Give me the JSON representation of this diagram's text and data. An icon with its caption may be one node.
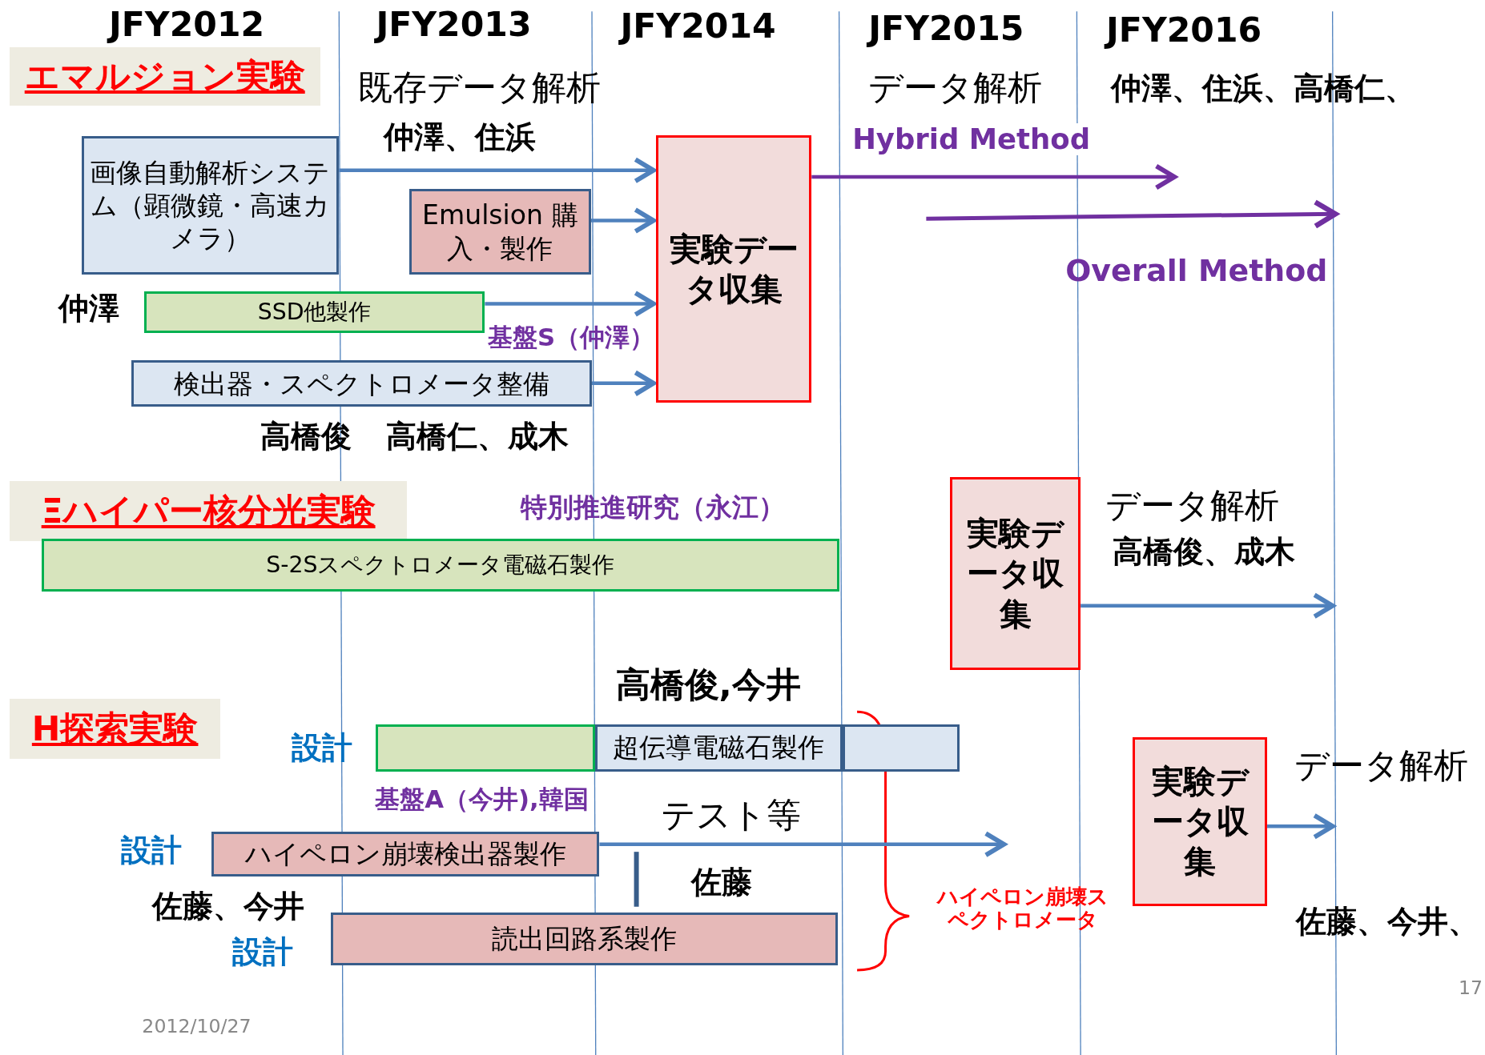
{
  "diagram": {
    "nodes": [
      {
        "text": [
          "エマルジョン実験"
        ]
      },
      {
        "text": [
          "画像自動解析システム（顕微鏡・高速カメラ）"
        ]
      },
      {
        "text": [
          "Emulsion 購入・製作"
        ]
      },
      {
        "text": [
          "SSD他製作"
        ]
      },
      {
        "text": [
          "検出器・スペクトロメータ整備"
        ]
      },
      {
        "text": [
          "実験データ収集"
        ]
      },
      {
        "text": [
          "Ξハイパー核分光実験"
        ]
      },
      {
        "text": [
          "S-2Sスペクトロメータ電磁石製作"
        ]
      },
      {
        "text": [
          "実験データ収集"
        ]
      },
      {
        "text": [
          "H探索実験"
        ]
      },
      {
        "text": [],
        "shape": "box"
      },
      {
        "text": [
          "超伝導電磁石製作"
        ]
      },
      {
        "text": [],
        "shape": "box"
      },
      {
        "text": [
          "ハイペロン崩壊検出器製作"
        ]
      },
      {
        "text": [
          "読出回路系製作"
        ]
      },
      {
        "text": [
          "実験データ収集"
        ]
      }
    ],
    "edges": [
      {
        "from": 1,
        "to": 5,
        "arrow": "to"
      },
      {
        "from": 2,
        "to": 5,
        "arrow": "to"
      },
      {
        "from": 3,
        "to": 5,
        "arrow": "to"
      },
      {
        "from": 4,
        "to": 5,
        "arrow": "to"
      },
      {
        "from": 5,
        "to": null,
        "arrow": "to",
        "label": "Hybrid Method",
        "color": "#7030a0"
      },
      {
        "from": 8,
        "to": null,
        "arrow": "to"
      },
      {
        "from": 13,
        "to": null,
        "arrow": "to"
      },
      {
        "from": 15,
        "to": null,
        "arrow": "to"
      }
    ],
    "labels": [
      "JFY2012",
      "JFY2013",
      "JFY2014",
      "JFY2015",
      "JFY2016",
      "既存データ解析",
      "仲澤、住浜",
      "データ解析",
      "仲澤、住浜、高橋仁、",
      "Overall Method",
      "仲澤",
      "基盤S（仲澤）",
      "高橋俊",
      "高橋仁、成木",
      "特別推進研究（永江）",
      "データ解析",
      "高橋俊、成木",
      "高橋俊,今井",
      "設計",
      "基盤A（今井),韓国",
      "テスト等",
      "設計",
      "佐藤",
      "佐藤、今井",
      "設計",
      "ハイペロン崩壊スペクトロメータ",
      "データ解析",
      "佐藤、今井、",
      "17",
      "2012/10/27"
    ]
  }
}
